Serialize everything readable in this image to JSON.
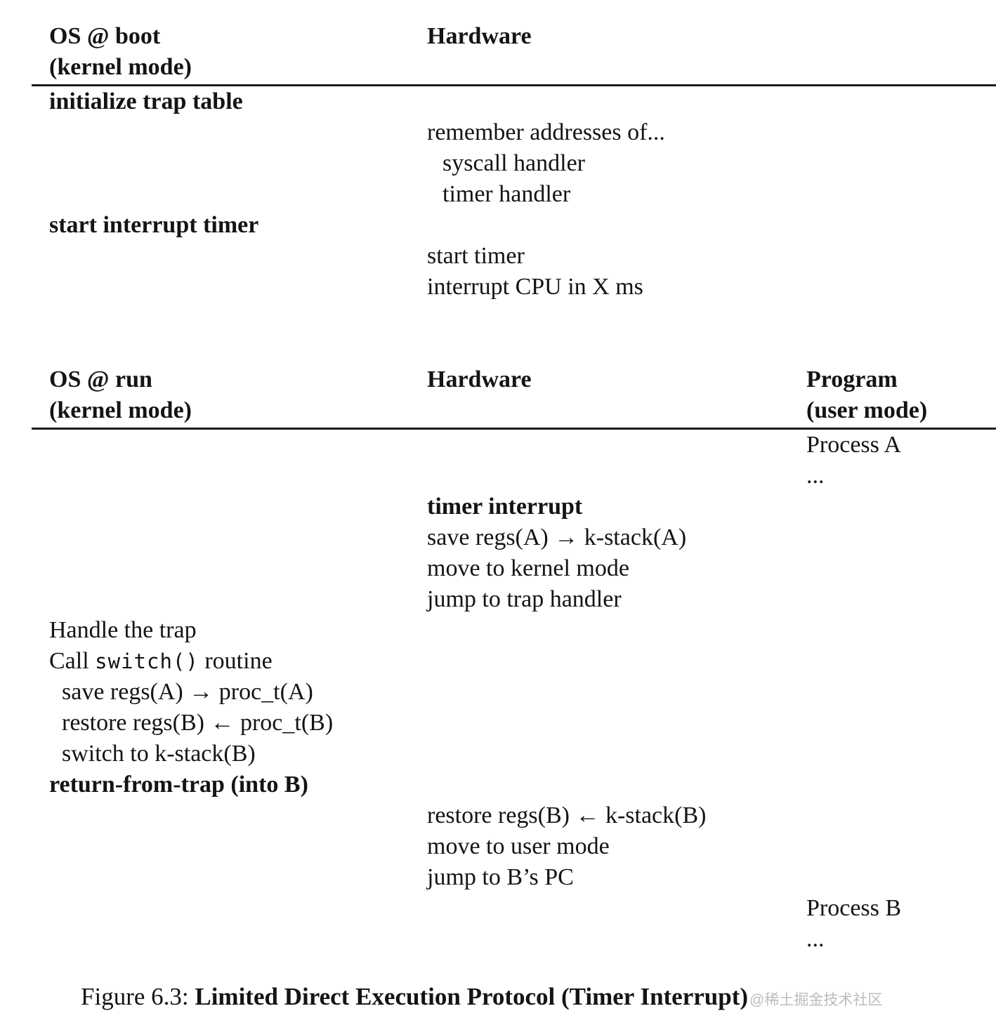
{
  "boot": {
    "os_header": {
      "line1": "OS @ boot",
      "line2": "(kernel mode)"
    },
    "hw_header": "Hardware",
    "lines": [
      "initialize trap table",
      "remember addresses of...",
      "syscall handler",
      "timer handler",
      "start interrupt timer",
      "start timer",
      "interrupt CPU in X ms"
    ]
  },
  "run": {
    "os_header": {
      "line1": "OS @ run",
      "line2": "(kernel mode)"
    },
    "hw_header": "Hardware",
    "prog_header": {
      "line1": "Program",
      "line2": "(user mode)"
    },
    "lines": [
      "Process A",
      "...",
      "timer interrupt",
      "save regs(A) → k-stack(A)",
      "move to kernel mode",
      "jump to trap handler",
      "Handle the trap",
      {
        "prefix": "Call ",
        "code": "switch()",
        "suffix": " routine"
      },
      "save regs(A) → proc_t(A)",
      "restore regs(B) ← proc_t(B)",
      "switch to k-stack(B)",
      "return-from-trap (into B)",
      "restore regs(B) ← k-stack(B)",
      "move to user mode",
      "jump to B’s PC",
      "Process B",
      "..."
    ]
  },
  "caption": {
    "prefix": "Figure 6.3: ",
    "title": "Limited Direct Execution Protocol (Timer Interrupt)",
    "watermark": "@稀土掘金技术社区"
  },
  "colors": {
    "text": "#141414",
    "rule": "#1c1c1c",
    "watermark": "#bcbcbc",
    "background": "#ffffff"
  }
}
